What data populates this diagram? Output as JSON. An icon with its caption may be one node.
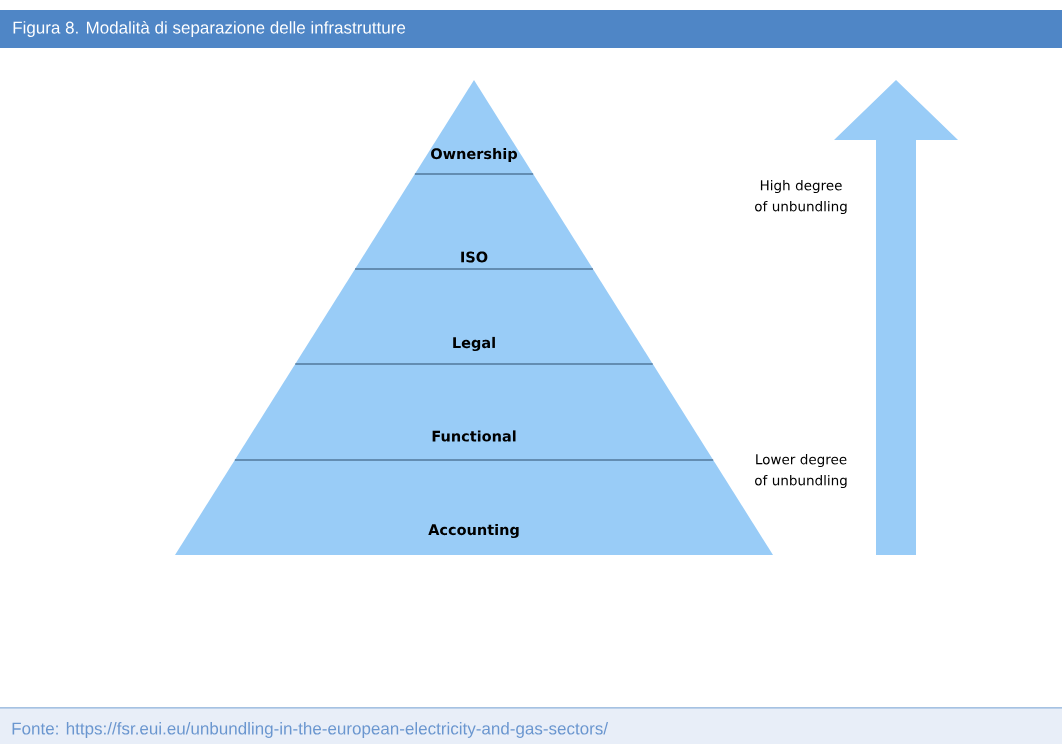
{
  "diagram": {
    "title": "Figura 8. Modalità di separazione delle infrastrutture",
    "caption": "Fonte: https://fsr.eui.eu/unbundling-in-the-european-electricity-and-gas-sectors/",
    "nodes": [
      {
        "text": [
          "Ownership"
        ]
      },
      {
        "text": [
          "ISO"
        ]
      },
      {
        "text": [
          "Legal"
        ]
      },
      {
        "text": [
          "Functional"
        ]
      },
      {
        "text": [
          "Accounting"
        ]
      }
    ],
    "labels": [
      "High degree of unbundling",
      "Lower degree of unbundling"
    ]
  }
}
